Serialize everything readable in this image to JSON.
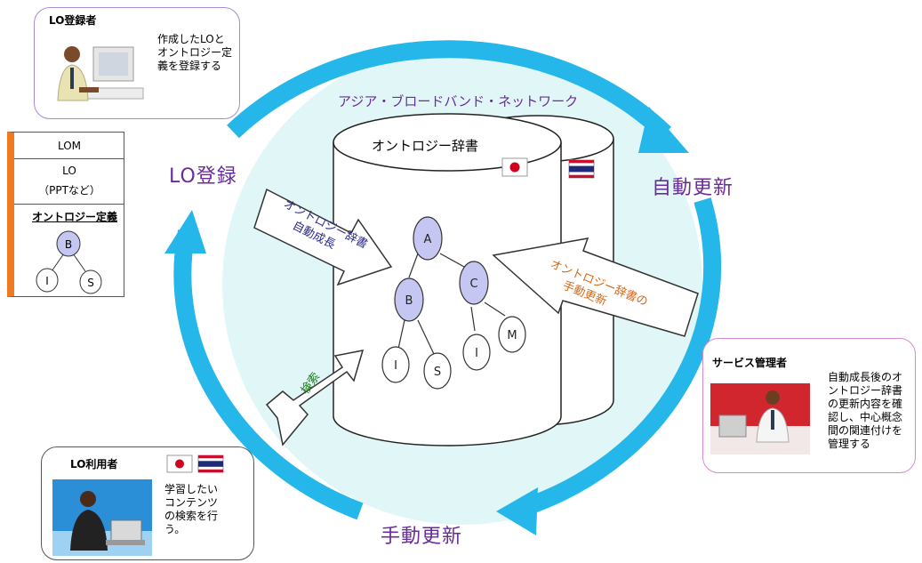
{
  "network_label": "アジア・ブロードバンド・ネットワーク",
  "dictionary_label": "オントロジー辞書",
  "cycle": {
    "lo_register": "LO登録",
    "auto_update": "自動更新",
    "manual_update": "手動更新"
  },
  "arrows": {
    "auto_growth": "オントロジー辞書自動成長",
    "manual_update": "オントロジー辞書の手動更新",
    "search": "検索"
  },
  "nodes": [
    "A",
    "B",
    "C",
    "I",
    "S",
    "I",
    "M"
  ],
  "registrant": {
    "title": "LO登録者",
    "desc": "作成したLOとオントロジー定義を登録する"
  },
  "lo_card": {
    "lom": "LOM",
    "lo": "LO",
    "ppt": "（PPTなど）",
    "ontology_def": "オントロジー定義",
    "nodes": [
      "B",
      "I",
      "S"
    ]
  },
  "admin": {
    "title": "サービス管理者",
    "desc": "自動成長後のオントロジー辞書の更新内容を確認し、中心概念間の関連付けを管理する"
  },
  "user": {
    "title": "LO利用者",
    "desc": "学習したいコンテンツの検索を行う。"
  },
  "colors": {
    "cycle_arrow": "#26b7ea",
    "circle_fill": "#e1f7f7",
    "node_fill": "#c6c6f2",
    "label_purple": "#6a2c9a",
    "orange_bar": "#f07a22"
  },
  "icons": [
    "japan-flag-icon",
    "thailand-flag-icon",
    "person-at-computer-icon"
  ]
}
